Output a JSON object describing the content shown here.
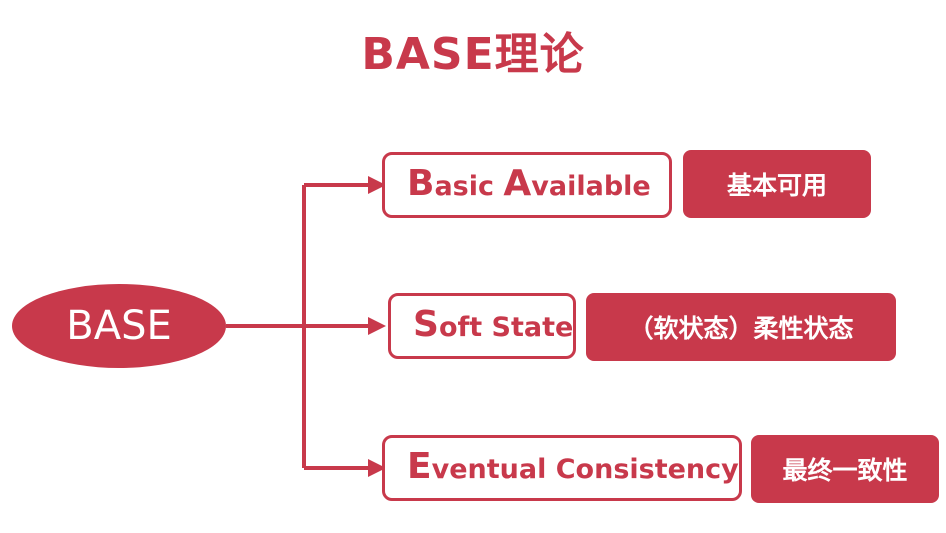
{
  "title": "BASE理论",
  "root": {
    "label": "BASE"
  },
  "branches": [
    {
      "term": {
        "parts": [
          {
            "initial": "B",
            "rest": "asic "
          },
          {
            "initial": "A",
            "rest": "vailable"
          }
        ]
      },
      "translation": "基本可用"
    },
    {
      "term": {
        "parts": [
          {
            "initial": "S",
            "rest": "oft State"
          }
        ]
      },
      "translation": "（软状态）柔性状态"
    },
    {
      "term": {
        "parts": [
          {
            "initial": "E",
            "rest": "ventual Consistency"
          }
        ]
      },
      "translation": "最终一致性"
    }
  ],
  "colors": {
    "accent": "#c8394b",
    "background": "#ffffff"
  }
}
